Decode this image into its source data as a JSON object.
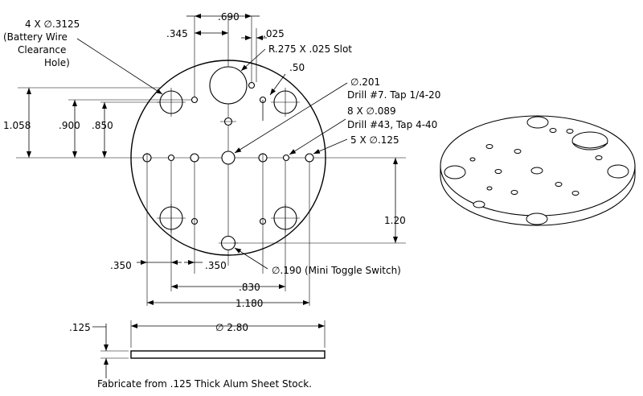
{
  "dimensions": {
    "d_690": ".690",
    "d_345": ".345",
    "d_025": ".025",
    "d_slot": "R.275 X .025 Slot",
    "d_50": ".50",
    "d_1058": "1.058",
    "d_900": ".900",
    "d_850": ".850",
    "d_120": "1.20",
    "d_350_left": ".350",
    "d_350_right": ".350",
    "d_830": ".830",
    "d_1180": "1.180",
    "d_125": ".125",
    "d_diam280": "∅ 2.80"
  },
  "notes": {
    "battery_line1": "4 X ∅.3125",
    "battery_line2": "(Battery Wire",
    "battery_line3": "Clearance",
    "battery_line4": "Hole)",
    "tap_line1": "∅.201",
    "tap_line2": "Drill #7. Tap 1/4-20",
    "small_line1": "8 X ∅.089",
    "small_line2": "Drill #43, Tap 4-40",
    "holes125": "5 X ∅.125",
    "toggle": "∅.190 (Mini Toggle Switch)",
    "fabricate": "Fabricate from .125 Thick Alum Sheet Stock."
  }
}
